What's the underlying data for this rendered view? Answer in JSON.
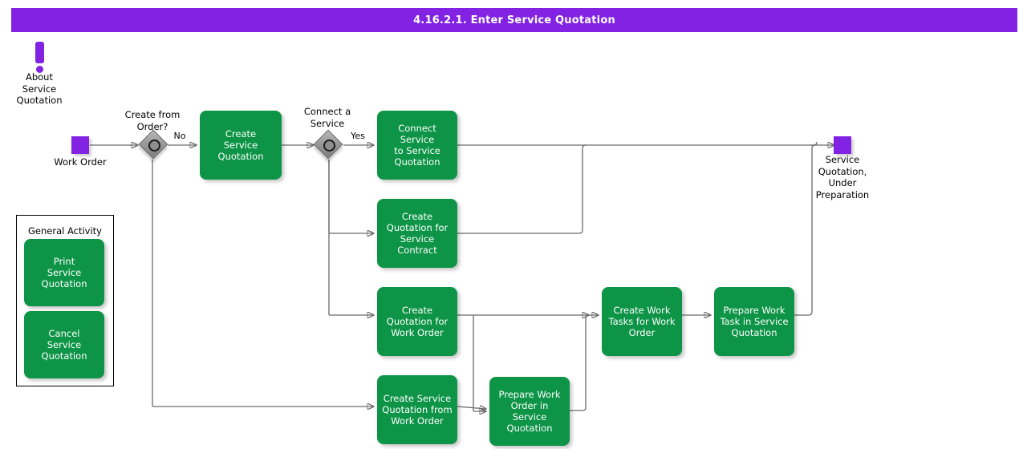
{
  "header": {
    "title": "4.16.2.1. Enter Service Quotation",
    "bg_color": "#8222e3",
    "text_color": "#ffffff"
  },
  "colors": {
    "activity_green": "#0d9447",
    "event_purple": "#8222e3",
    "gateway_grey": "#9a9a9a",
    "connector_grey": "#6b6b6b",
    "canvas": "#ffffff"
  },
  "diagram": {
    "type": "bpmn-flowchart",
    "info_icon": {
      "name": "about-service-quotation",
      "icon": "exclamation-icon",
      "label": "About\nService\nQuotation"
    },
    "start_event": {
      "name": "work-order",
      "label": "Work Order"
    },
    "end_event": {
      "name": "service-quotation-under-preparation",
      "label": "Service\nQuotation,\nUnder\nPreparation"
    },
    "gateways": [
      {
        "name": "create-from-order",
        "label": "Create from\nOrder?",
        "branches": [
          "No"
        ]
      },
      {
        "name": "connect-a-service",
        "label": "Connect a\nService",
        "branches": [
          "Yes"
        ]
      }
    ],
    "edge_labels": {
      "no": "No",
      "yes": "Yes"
    },
    "tasks": [
      {
        "id": "create-service-quotation",
        "label": "Create\nService\nQuotation"
      },
      {
        "id": "connect-service-to-service-quotation",
        "label": "Connect Service\nto Service\nQuotation"
      },
      {
        "id": "create-quotation-for-service-contract",
        "label": "Create\nQuotation for\nService Contract"
      },
      {
        "id": "create-quotation-for-work-order",
        "label": "Create\nQuotation for\nWork Order"
      },
      {
        "id": "create-service-quotation-from-work-order",
        "label": "Create Service\nQuotation from\nWork Order"
      },
      {
        "id": "prepare-work-order-in-service-quotation",
        "label": "Prepare Work\nOrder in Service\nQuotation"
      },
      {
        "id": "create-work-tasks-for-work-order",
        "label": "Create Work\nTasks for Work\nOrder"
      },
      {
        "id": "prepare-work-task-in-service-quotation",
        "label": "Prepare Work\nTask in Service\nQuotation"
      }
    ],
    "general_activity_panel": {
      "title": "General Activity",
      "tasks": [
        {
          "id": "print-service-quotation",
          "label": "Print\nService\nQuotation"
        },
        {
          "id": "cancel-service-quotation",
          "label": "Cancel\nService\nQuotation"
        }
      ]
    }
  }
}
